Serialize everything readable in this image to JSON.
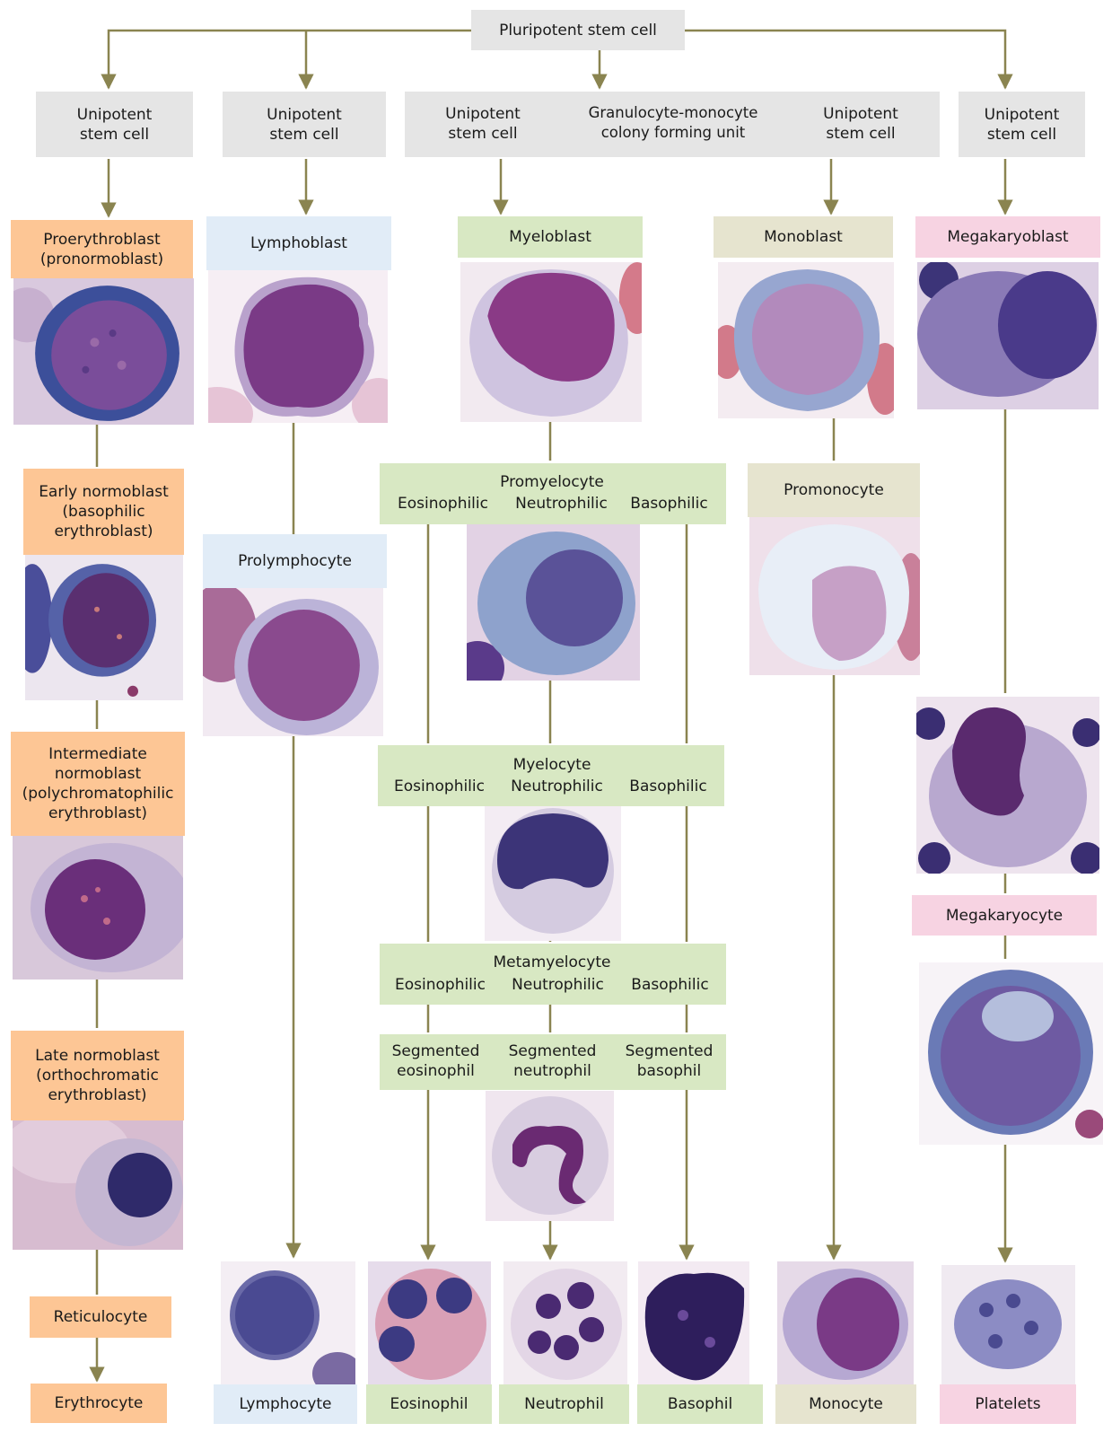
{
  "colors": {
    "line": "#8a8450",
    "gray": "#e5e5e5",
    "erythroid": "#fdc695",
    "lymphoid": "#e1ecf7",
    "granulocyte": "#d8e8c3",
    "monocyte": "#e6e4cf",
    "megakaryocyte": "#f7d3e2"
  },
  "root": "Pluripotent stem cell",
  "gmcfu": "Granulocyte-monocyte colony forming unit",
  "unipotent": [
    "Unipotent",
    "stem cell"
  ],
  "erythroid": {
    "proerythroblast": [
      "Proerythroblast",
      "(pronormoblast)"
    ],
    "early": [
      "Early normoblast",
      "(basophilic",
      "erythroblast)"
    ],
    "intermediate": [
      "Intermediate",
      "normoblast",
      "(polychromatophilic",
      "erythroblast)"
    ],
    "late": [
      "Late normoblast",
      "(orthochromatic",
      "erythroblast)"
    ],
    "reticulocyte": "Reticulocyte",
    "erythrocyte": "Erythrocyte"
  },
  "lymphoid": {
    "lymphoblast": "Lymphoblast",
    "prolymphocyte": "Prolymphocyte",
    "lymphocyte": "Lymphocyte"
  },
  "granulocyte": {
    "myeloblast": "Myeloblast",
    "promyelocyte": "Promyelocyte",
    "myelocyte": "Myelocyte",
    "metamyelocyte": "Metamyelocyte",
    "eosinophilic": "Eosinophilic",
    "neutrophilic": "Neutrophilic",
    "basophilic": "Basophilic",
    "seg_eos": [
      "Segmented",
      "eosinophil"
    ],
    "seg_neu": [
      "Segmented",
      "neutrophil"
    ],
    "seg_bas": [
      "Segmented",
      "basophil"
    ],
    "eosinophil": "Eosinophil",
    "neutrophil": "Neutrophil",
    "basophil": "Basophil"
  },
  "monocyte": {
    "monoblast": "Monoblast",
    "promonocyte": "Promonocyte",
    "monocyte": "Monocyte"
  },
  "megakaryocyte": {
    "megakaryoblast": "Megakaryoblast",
    "megakaryocyte": "Megakaryocyte",
    "platelets": "Platelets"
  }
}
